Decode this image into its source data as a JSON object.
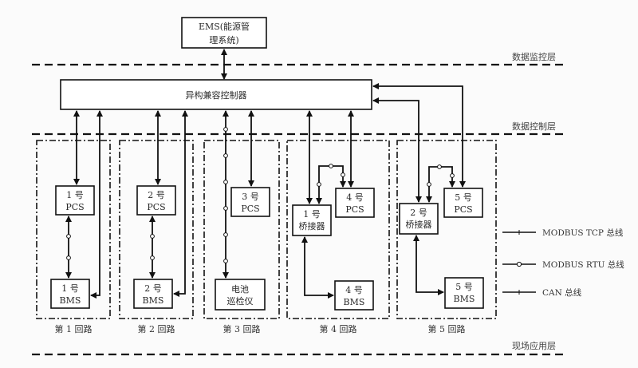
{
  "ems": {
    "line1": "EMS(能源管",
    "line2": "理系统)"
  },
  "controller": {
    "label": "异构兼容控制器"
  },
  "layers": {
    "monitor": "数据监控层",
    "control": "数据控制层",
    "field": "现场应用层"
  },
  "loops": [
    {
      "label": "第 1 回路"
    },
    {
      "label": "第 2 回路"
    },
    {
      "label": "第 3 回路"
    },
    {
      "label": "第 4 回路"
    },
    {
      "label": "第 5 回路"
    }
  ],
  "devices": {
    "pcs1": {
      "line1": "1 号",
      "line2": "PCS"
    },
    "bms1": {
      "line1": "1 号",
      "line2": "BMS"
    },
    "pcs2": {
      "line1": "2 号",
      "line2": "PCS"
    },
    "bms2": {
      "line1": "2 号",
      "line2": "BMS"
    },
    "pcs3": {
      "line1": "3 号",
      "line2": "PCS"
    },
    "inspector": {
      "line1": "电池",
      "line2": "巡检仪"
    },
    "bridge1": {
      "line1": "1 号",
      "line2": "桥接器"
    },
    "pcs4": {
      "line1": "4 号",
      "line2": "PCS"
    },
    "bms4": {
      "line1": "4 号",
      "line2": "BMS"
    },
    "bridge2": {
      "line1": "2 号",
      "line2": "桥接器"
    },
    "pcs5": {
      "line1": "5 号",
      "line2": "PCS"
    },
    "bms5": {
      "line1": "5 号",
      "line2": "BMS"
    }
  },
  "legend": [
    {
      "label": "MODBUS TCP 总线",
      "marker": "tick"
    },
    {
      "label": "MODBUS RTU 总线",
      "marker": "circle"
    },
    {
      "label": "CAN 总线",
      "marker": "tick"
    }
  ]
}
